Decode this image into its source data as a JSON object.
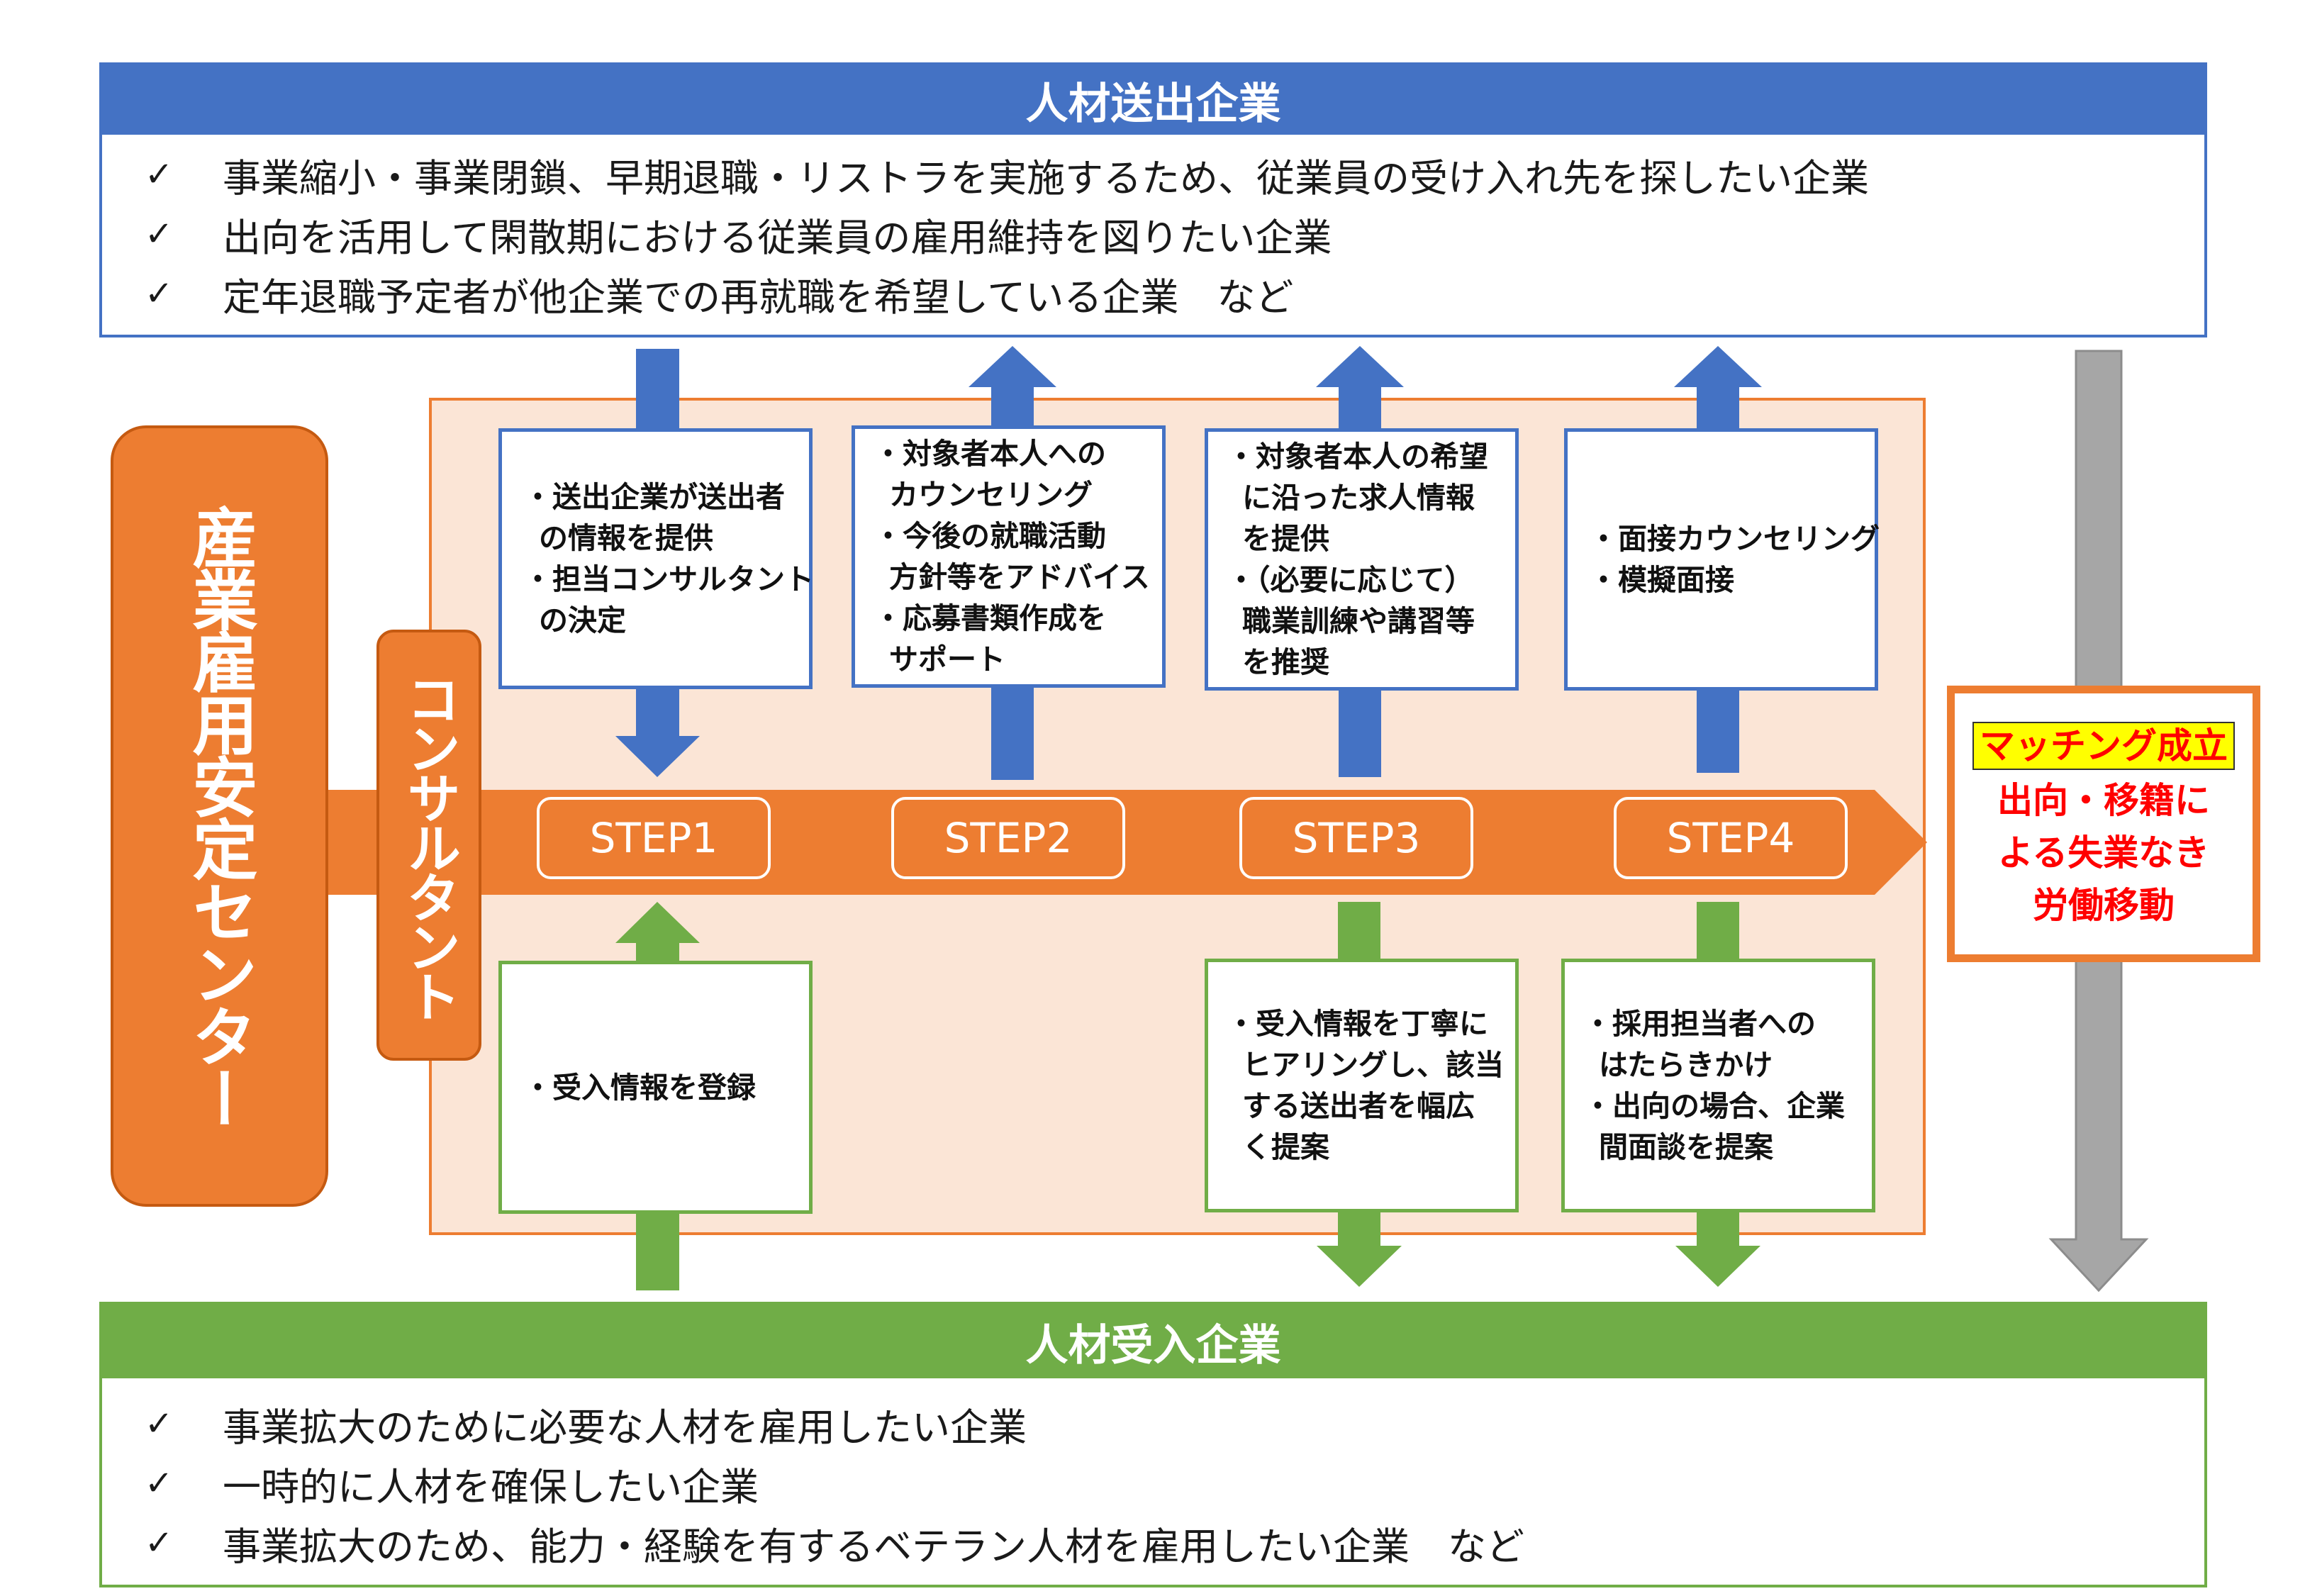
{
  "sender": {
    "title": "人材送出企業",
    "items": [
      "事業縮小・事業閉鎖、早期退職・リストラを実施するため、従業員の受け入れ先を探したい企業",
      "出向を活用して閑散期における従業員の雇用維持を図りたい企業",
      "定年退職予定者が他企業での再就職を希望している企業　など"
    ]
  },
  "receiver": {
    "title": "人材受入企業",
    "items": [
      "事業拡大のために必要な人材を雇用したい企業",
      "一時的に人材を確保したい企業",
      "事業拡大のため、能力・経験を有するベテラン人材を雇用したい企業　など"
    ]
  },
  "check_mark": "✓",
  "center_label": "産業雇用安定センター",
  "consultant_label": "コンサルタント",
  "steps": [
    "STEP1",
    "STEP2",
    "STEP3",
    "STEP4"
  ],
  "upper_boxes": {
    "step1": [
      "・送出企業が送出者",
      "の情報を提供",
      "・担当コンサルタント",
      "の決定"
    ],
    "step2": [
      "・対象者本人への",
      "カウンセリング",
      "・今後の就職活動",
      "方針等をアドバイス",
      "・応募書類作成を",
      "サポート"
    ],
    "step3": [
      "・対象者本人の希望",
      "に沿った求人情報",
      "を提供",
      "・（必要に応じて）",
      "職業訓練や講習等",
      "を推奨"
    ],
    "step4": [
      "・面接カウンセリング",
      "・模擬面接"
    ]
  },
  "lower_boxes": {
    "step1": [
      "・受入情報を登録"
    ],
    "step3": [
      "・受入情報を丁寧に",
      "ヒアリングし、該当",
      "する送出者を幅広",
      "く提案"
    ],
    "step4": [
      "・採用担当者への",
      "はたらきかけ",
      "・出向の場合、企業",
      "間面談を提案"
    ]
  },
  "matching": {
    "title": "マッチング成立",
    "lines": [
      "出向・移籍に",
      "よる失業なき",
      "労働移動"
    ]
  },
  "colors": {
    "blue": "#4472c4",
    "orange": "#ed7d31",
    "light_orange": "#fbe5d6",
    "green": "#70ad47",
    "gray": "#a6a6a6",
    "red": "#ff0000",
    "yellow": "#ffff00"
  }
}
